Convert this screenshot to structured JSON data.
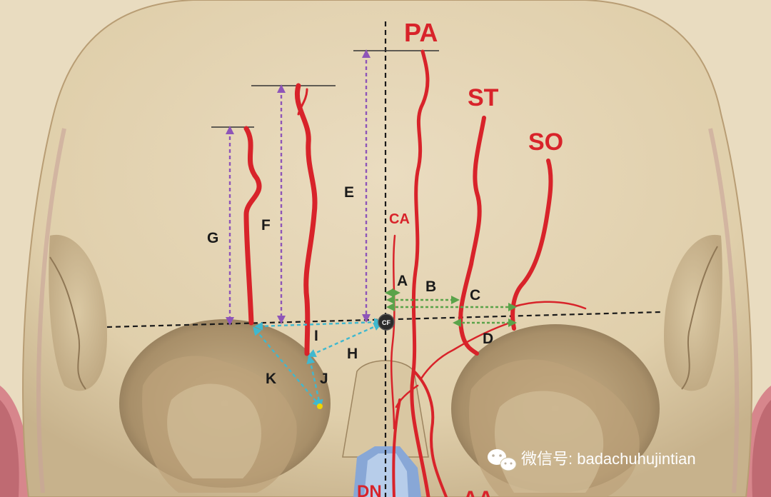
{
  "arteries": {
    "PA": "PA",
    "ST": "ST",
    "SO": "SO",
    "CA": "CA",
    "DN": "DN",
    "AA": "AA"
  },
  "measurements": {
    "A": "A",
    "B": "B",
    "C": "C",
    "D": "D",
    "E": "E",
    "F": "F",
    "G": "G",
    "H": "H",
    "I": "I",
    "J": "J",
    "K": "K"
  },
  "reference_point": "CF",
  "watermark": {
    "text": "微信号: badachuhujintian",
    "icon": "wechat-icon"
  },
  "colors": {
    "artery": "#d8232a",
    "bone": "#e3d3b1",
    "vertical_measure": "#8e55b8",
    "horizontal_measure": "#5aa34a",
    "diagonal_measure": "#3fb8cf",
    "reference_line": "#1a1a1a"
  }
}
